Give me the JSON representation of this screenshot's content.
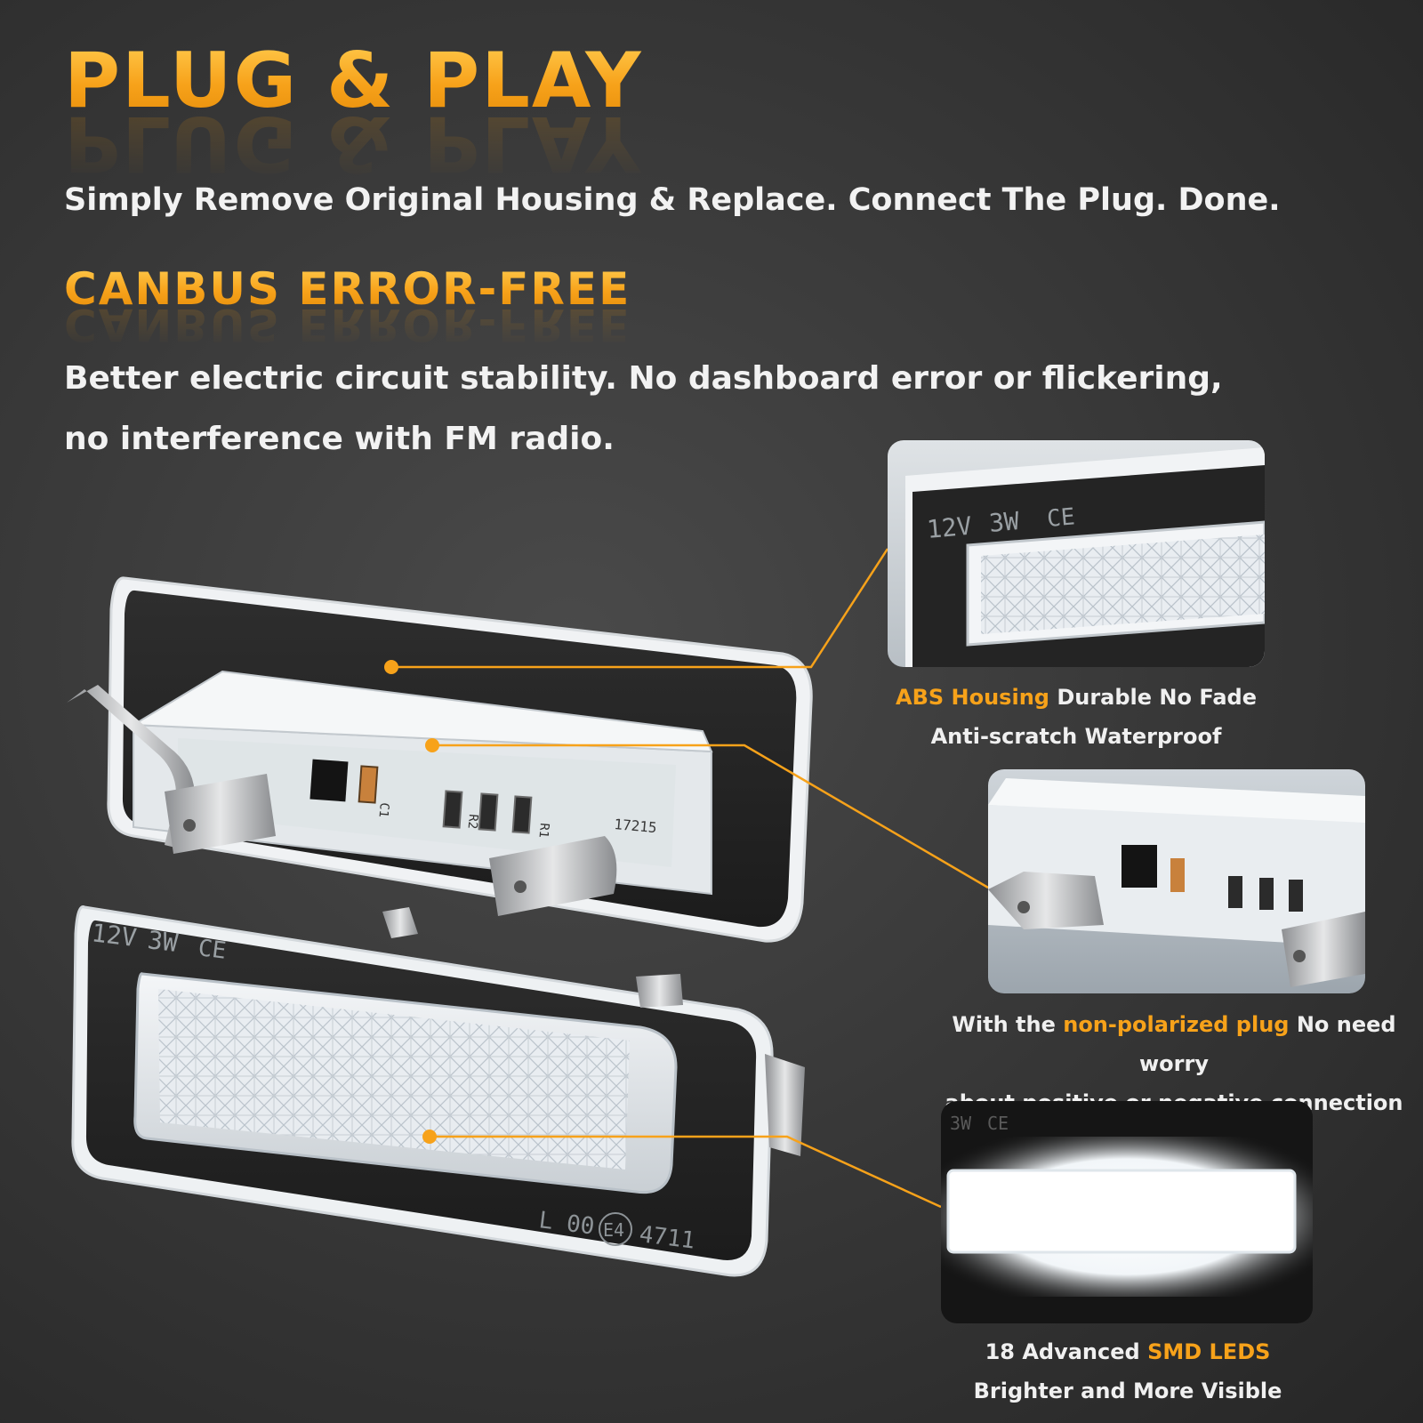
{
  "header": {
    "title": "PLUG & PLAY",
    "subtitle": "Simply Remove Original Housing & Replace. Connect The Plug. Done."
  },
  "canbus": {
    "title": "CANBUS ERROR-FREE",
    "description": "Better electric circuit stability. No dashboard error or flickering, no interference with FM radio."
  },
  "product_markings": {
    "voltage": "12V",
    "wattage": "3W",
    "cert": "CE",
    "lens_code": "L 00",
    "approval": "E4",
    "approval_number": "4711",
    "board_code": "17215",
    "component_c": "C1",
    "component_r1": "R1",
    "component_r2": "R2"
  },
  "callouts": [
    {
      "highlight": "ABS Housing",
      "text_after": " Durable No Fade",
      "line2": "Anti-scratch Waterproof"
    },
    {
      "text_before": "With the ",
      "highlight": "non-polarized plug",
      "text_after": " No need worry",
      "line2": "about positive or negative connection"
    },
    {
      "text_before": "18 Advanced ",
      "highlight": "SMD LEDS",
      "line2": "Brighter and More Visible"
    }
  ],
  "colors": {
    "accent": "#f7a21a",
    "background": "#3a3a3a",
    "text": "#f2f2f2"
  }
}
